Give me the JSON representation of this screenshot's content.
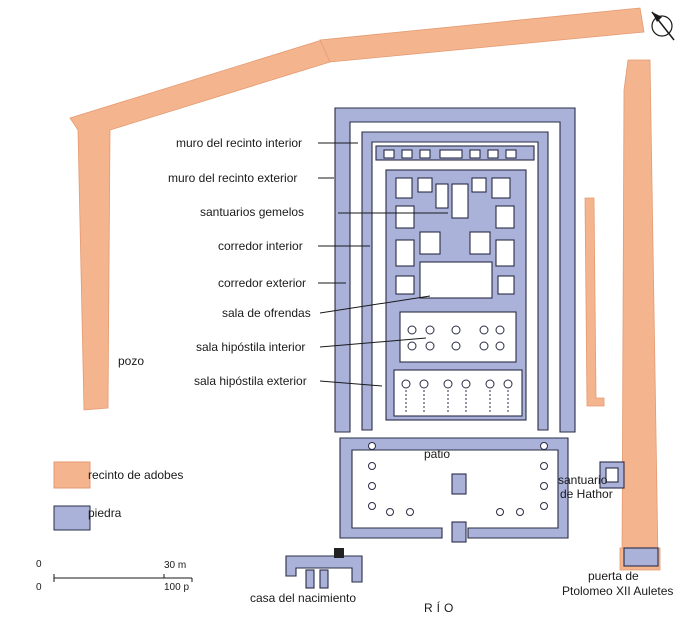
{
  "labels": {
    "muro_interior": "muro del recinto interior",
    "muro_exterior": "muro del recinto exterior",
    "santuarios": "santuarios gemelos",
    "corredor_interior": "corredor interior",
    "corredor_exterior": "corredor exterior",
    "sala_ofrendas": "sala de ofrendas",
    "hipostila_interior": "sala hipóstila interior",
    "hipostila_exterior": "sala hipóstila exterior",
    "pozo": "pozo",
    "patio": "patio",
    "santuario_hathor": "santuario de Hathor",
    "casa_nacimiento": "casa del nacimiento",
    "puerta_ptolomeo": "puerta de Ptolomeo XII Auletes",
    "rio": "RÍO"
  },
  "legend": {
    "adobe_label": "recinto de adobes",
    "stone_label": "piedra",
    "adobe_color": "#f4b48e",
    "stone_color": "#aab2da"
  },
  "scale": {
    "zero_top": "0",
    "zero_bottom": "0",
    "meters": "30 m",
    "feet": "100 p"
  },
  "north_arrow": "north-arrow-icon"
}
